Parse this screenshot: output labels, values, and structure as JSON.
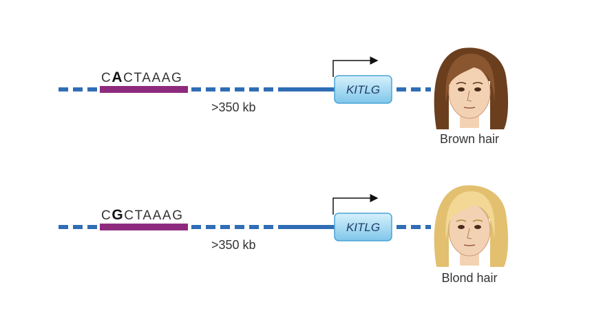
{
  "rows": [
    {
      "sequence": {
        "prefix": "C",
        "variant": "A",
        "suffix": "CTAAAG"
      },
      "distance": ">350 kb",
      "gene": "KITLG",
      "phenotype": "Brown hair",
      "hair_color": "#6b3f1e",
      "hair_highlight": "#8a5630"
    },
    {
      "sequence": {
        "prefix": "C",
        "variant": "G",
        "suffix": "CTAAAG"
      },
      "distance": ">350 kb",
      "gene": "KITLG",
      "phenotype": "Blond hair",
      "hair_color": "#e2c070",
      "hair_highlight": "#f2d894"
    }
  ],
  "colors": {
    "dna": "#2f6db5",
    "enhancer": "#8e2a7e",
    "gene_box_top": "#d6f1fb",
    "gene_box_bottom": "#7fc6ea",
    "gene_box_border": "#4aa3d6",
    "skin": "#f3d2b3"
  }
}
